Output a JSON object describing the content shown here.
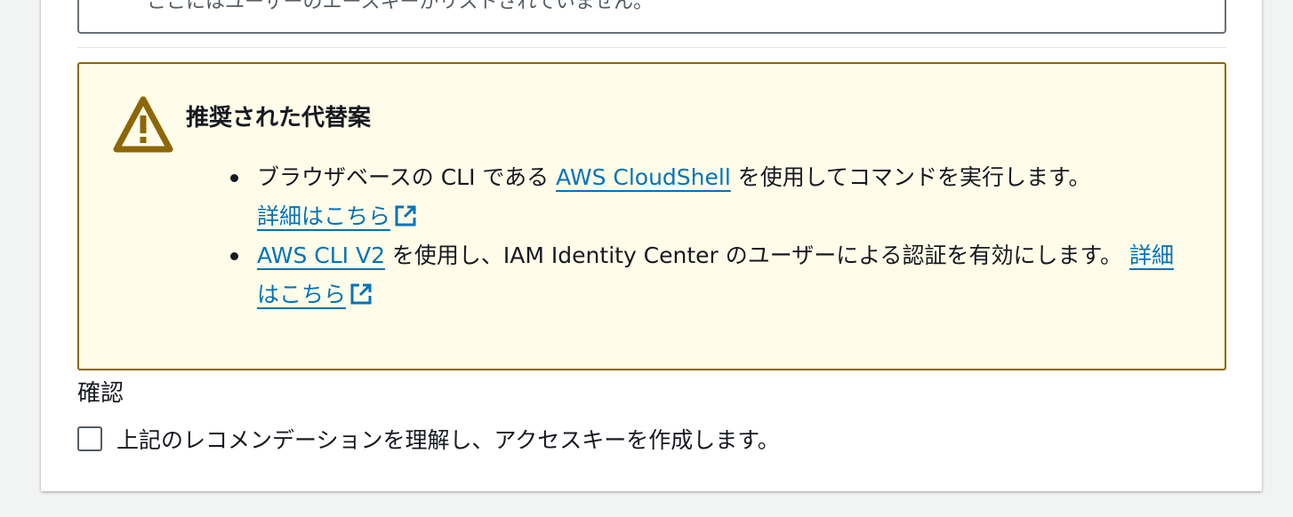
{
  "previous_section": {
    "partial_text": "ここにはユーザーのエースキーがリストされていません。"
  },
  "alert": {
    "icon": "warning-triangle-icon",
    "title": "推奨された代替案",
    "items": [
      {
        "before": "ブラウザベースの CLI である ",
        "link": "AWS CloudShell",
        "after": " を使用してコマンドを実行します。",
        "more_link": "詳細はこちら"
      },
      {
        "before": "",
        "link": "AWS CLI V2",
        "after": " を使用し、IAM Identity Center のユーザーによる認証を有効にします。",
        "more_link": "詳細はこちら"
      }
    ],
    "colors": {
      "background": "#fffce9",
      "border": "#8d6605",
      "link": "#0073bb"
    }
  },
  "confirmation": {
    "label": "確認",
    "checkbox_label": "上記のレコメンデーションを理解し、アクセスキーを作成します。",
    "checked": false
  }
}
